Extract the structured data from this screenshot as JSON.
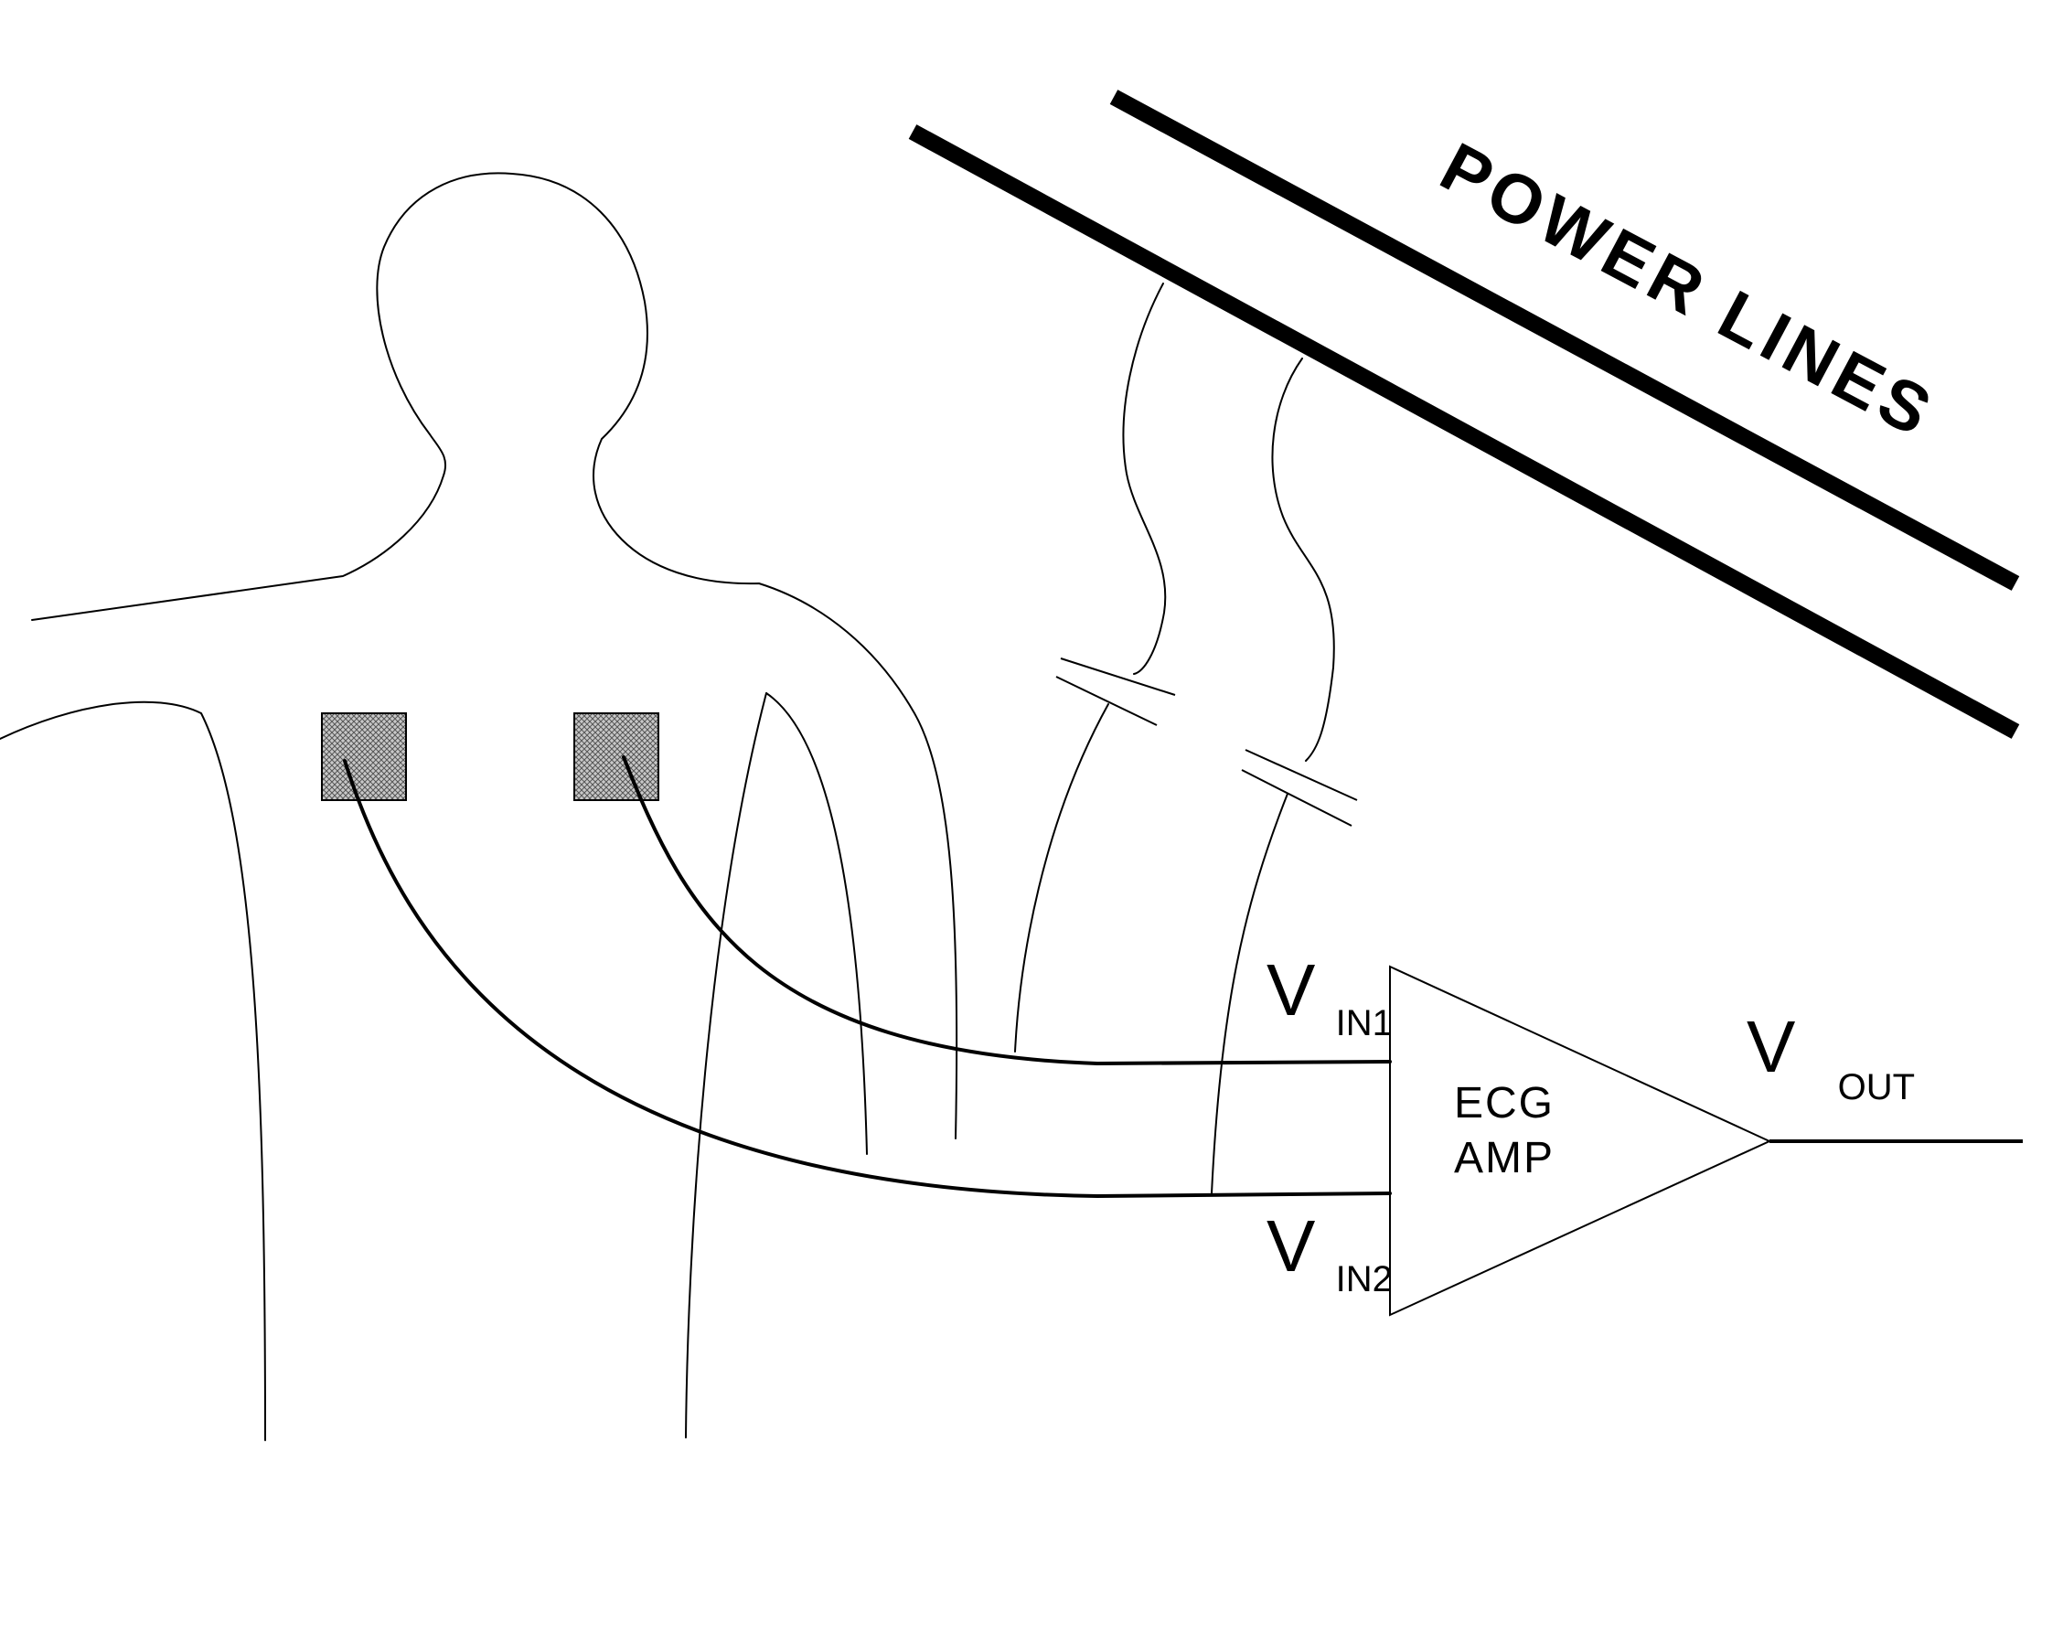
{
  "power_lines": {
    "label": "POWER  LINES"
  },
  "amplifier": {
    "line1": "ECG",
    "line2": "AMP"
  },
  "inputs": [
    {
      "main": "V",
      "sub": "IN1"
    },
    {
      "main": "V",
      "sub": "IN2"
    }
  ],
  "output": {
    "main": "V",
    "sub": "OUT"
  },
  "colors": {
    "stroke": "#000000",
    "electrode_fill": "#b3b3b3",
    "background": "#ffffff"
  }
}
